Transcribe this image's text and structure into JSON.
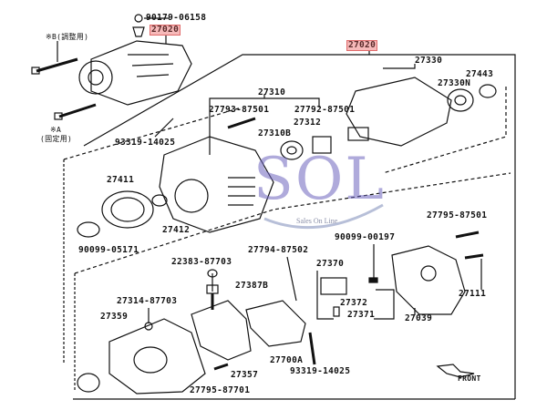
{
  "diagram": {
    "assembly_top": "27020",
    "assembly_main": "27020",
    "callouts": {
      "nut_top": "90179-06158",
      "bolt_b_note": "※B(調整用)",
      "bolt_a_note_1": "※A",
      "bolt_a_note_2": "(固定用)",
      "rotor_assy": "27330",
      "bearing_cover": "27443",
      "bearing_rear": "27330N",
      "frame_assy": "27310",
      "stud_left": "27793-87501",
      "stud_right": "27792-87501",
      "retainer": "27312",
      "bearing_front": "27310B",
      "screw_top": "93319-14025",
      "pulley": "27411",
      "spacer": "27412",
      "pulley_nut": "90099-05171",
      "bolt_rear_cover": "27795-87501",
      "nut_terminal": "90099-00197",
      "screw_rectifier": "27794-87502",
      "nut_regulator": "22383-87703",
      "brush_holder_assy": "27370",
      "insulator": "27387B",
      "rear_cover_bolt": "27111",
      "nut_drive_frame": "27314-87703",
      "drive_end_frame": "27359",
      "brush": "27372",
      "spring": "27371",
      "rear_end_cover": "27039",
      "rectifier": "27700A",
      "regulator": "27357",
      "screw_bottom": "93319-14025",
      "bolt_bottom": "27795-87701",
      "front_arrow": "FRONT"
    },
    "highlight_color": "#f6b9b9"
  },
  "watermark": {
    "logo": "SOL",
    "tagline": "Sales On Line"
  }
}
